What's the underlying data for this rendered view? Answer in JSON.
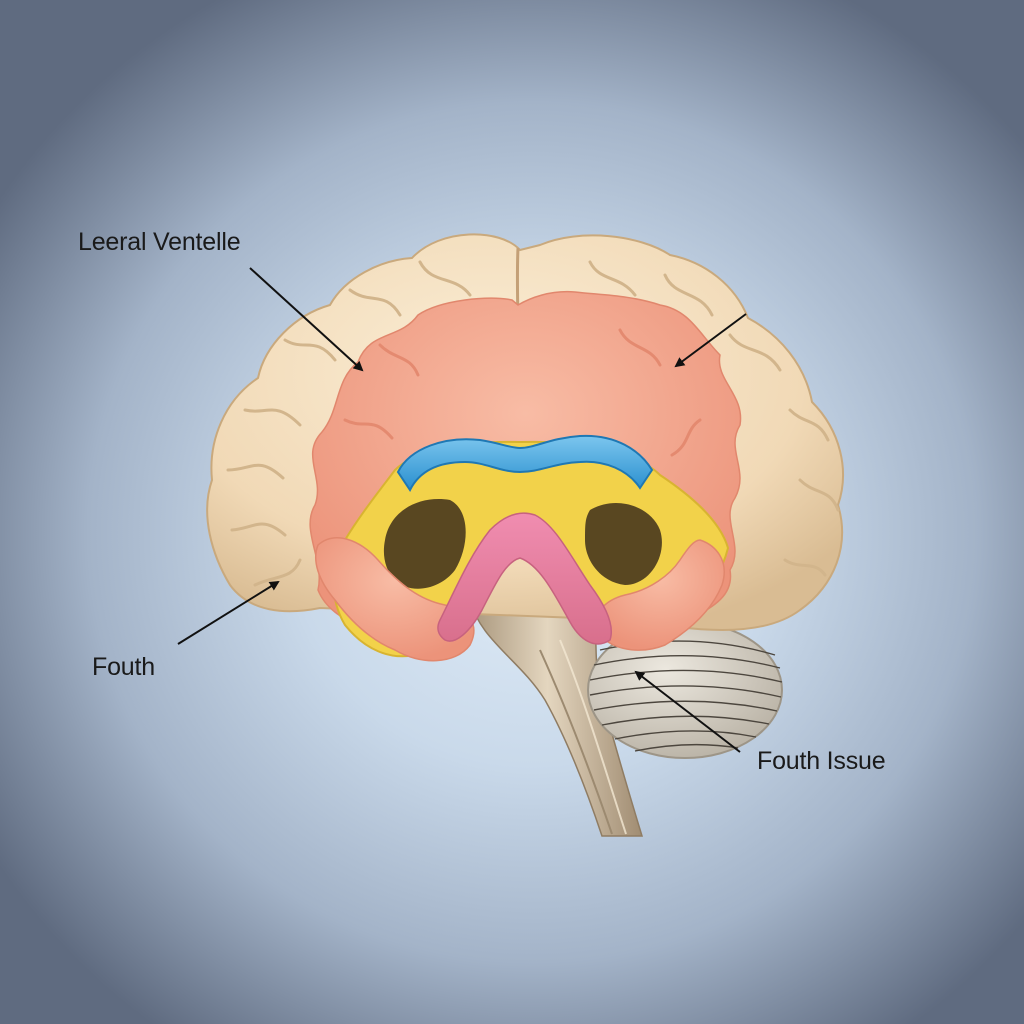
{
  "labels": {
    "lateral_ventricle": "Leeral Ventelle",
    "fourth": "Fouth",
    "fourth_issue": "Fouth Issue"
  },
  "colors": {
    "background_center": "#e2eef9",
    "background_edge": "#5f6b80",
    "cortex": "#f3ddbd",
    "inner_region": "#f4a98f",
    "ventricle_blue": "#3fa4dd",
    "ventricle_yellow": "#f2d24a",
    "ventricle_pink": "#e07a9a",
    "brainstem": "#c9b69a",
    "cerebellum": "#d9d4ca",
    "arrow": "#111111"
  }
}
